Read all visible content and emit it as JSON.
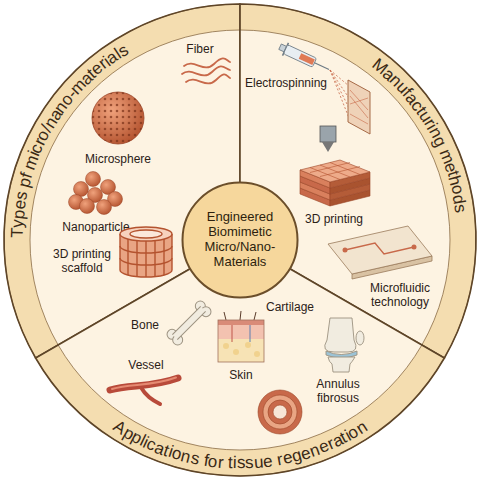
{
  "diagram": {
    "nodes": [
      {
        "text": [
          "Types pf micro/nano-materials",
          "Fiber",
          "Microsphere",
          "Nanoparticle",
          "3D printing scaffold"
        ]
      },
      {
        "text": [
          "Manufacturing methods",
          "Electrospinning",
          "3D printing",
          "Microfluidic technology"
        ]
      },
      {
        "text": [
          "Applications for tissue regeneration",
          "Bone",
          "Cartilage",
          "Skin",
          "Vessel",
          "Annulus fibrosus"
        ]
      },
      {
        "text": [
          "Engineered Biomimetic Micro/Nano-Materials"
        ]
      }
    ]
  }
}
